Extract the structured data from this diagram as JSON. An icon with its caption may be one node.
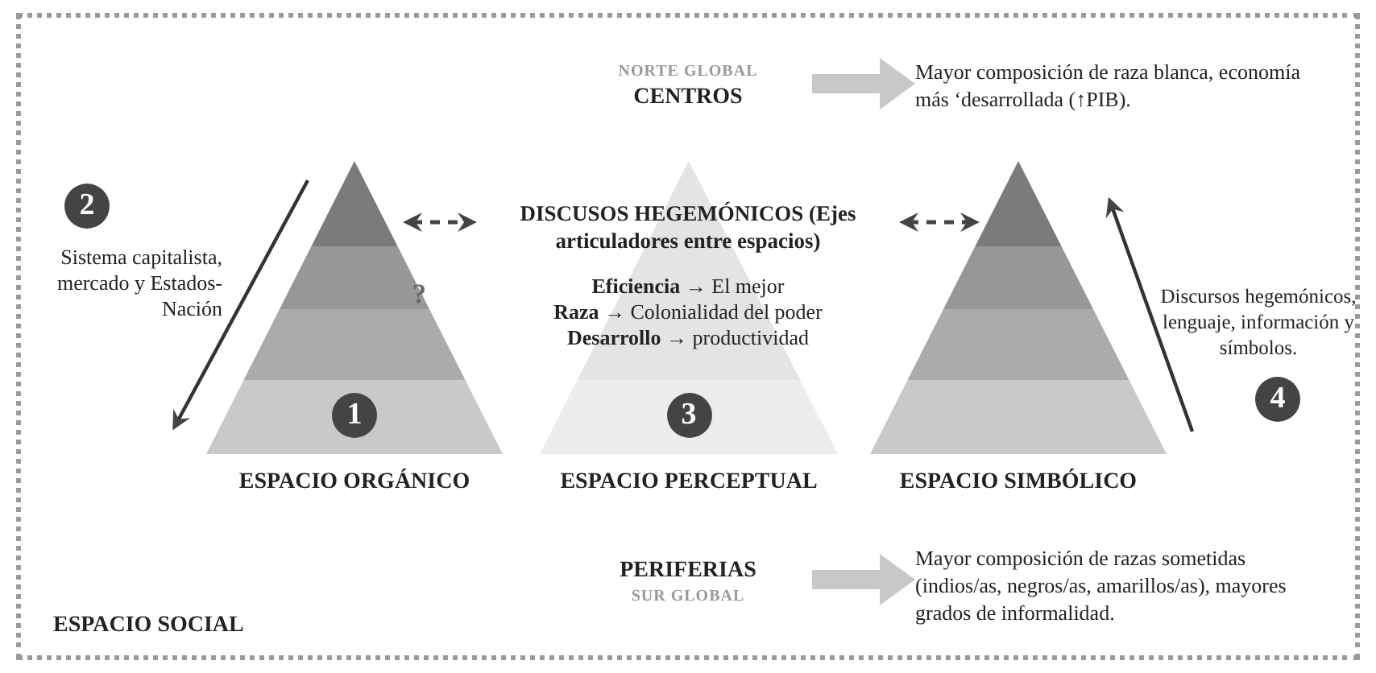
{
  "diagram": {
    "nodes": [
      {
        "text": [
          "ESPACIO SOCIAL"
        ]
      },
      {
        "text": [
          "NORTE GLOBAL",
          "CENTROS"
        ],
        "in": 0
      },
      {
        "text": [
          "Mayor composición de raza blanca, economía más ‘desarrollada (↑PIB)."
        ],
        "in": 0
      },
      {
        "text": [
          "1",
          "ESPACIO ORGÁNICO"
        ],
        "in": 0
      },
      {
        "text": [
          "DISCUSOS HEGEMÓNICOS (Ejes articuladores entre espacios)",
          "**Eficiencia** → El mejor",
          "**Raza** → Colonialidad del poder",
          "**Desarrollo** → productividad"
        ],
        "in": 0
      },
      {
        "text": [
          "3",
          "ESPACIO PERCEPTUAL"
        ],
        "in": 0
      },
      {
        "text": [
          "ESPACIO SIMBÓLICO"
        ],
        "in": 0
      },
      {
        "text": [
          "PERIFERIAS",
          "SUR GLOBAL"
        ],
        "in": 0
      },
      {
        "text": [
          "Mayor composición de razas sometidas (indios/as, negros/as, amarillos/as), mayores grados de informalidad."
        ],
        "in": 0
      }
    ],
    "edges": [
      {
        "from": 1,
        "to": 2,
        "arrow": "to",
        "style": "thick",
        "color": "#c8c8c8"
      },
      {
        "from": 3,
        "to": 4,
        "arrow": "both",
        "style": "dashed",
        "color": "#444444"
      },
      {
        "from": 4,
        "to": 6,
        "arrow": "both",
        "style": "dashed",
        "color": "#444444"
      },
      {
        "from": 7,
        "to": 8,
        "arrow": "to",
        "style": "thick",
        "color": "#c8c8c8"
      }
    ],
    "labels": [
      "2",
      "Sistema capitalista, mercado y Estados-Nación",
      "?",
      "Discursos hegemónicos, lenguaje, información y símbolos.",
      "4"
    ]
  }
}
